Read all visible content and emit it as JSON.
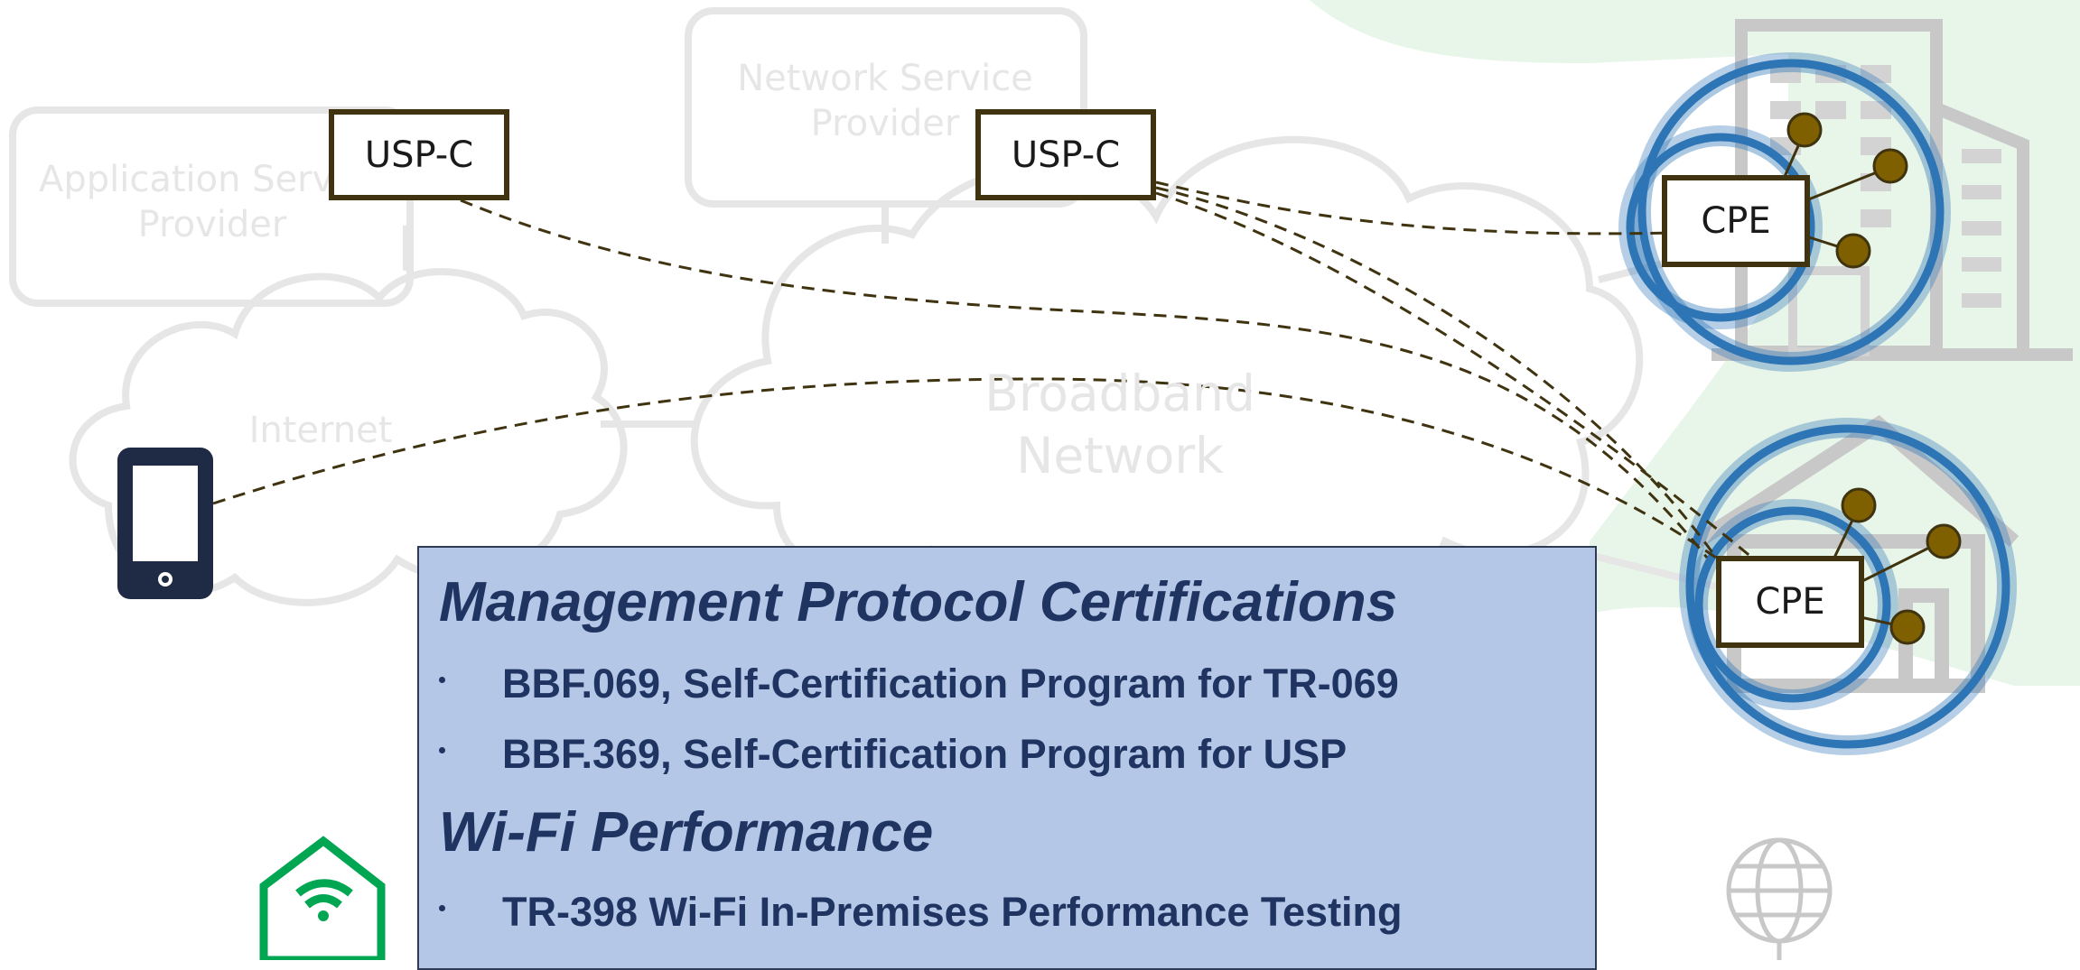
{
  "background_labels": {
    "application_service_provider": "Application Service Provider",
    "network_service_provider": "Network Service Provider",
    "internet": "Internet",
    "broadband_network": "Broadband Network"
  },
  "nodes": {
    "usp_controller_left": "USP-C",
    "usp_controller_right": "USP-C",
    "cpe_building": "CPE",
    "cpe_home": "CPE"
  },
  "panel": {
    "heading_1": "Management Protocol Certifications",
    "bullets_1": [
      "BBF.069, Self-Certification Program for TR-069",
      "BBF.369, Self-Certification Program for USP"
    ],
    "heading_2": "Wi-Fi Performance",
    "bullets_2": [
      "TR-398 Wi-Fi In-Premises Performance Testing"
    ]
  },
  "icons": {
    "phone": "smartphone-icon",
    "wifi_home": "wifi-home-icon",
    "globe": "globe-icon",
    "building": "office-building-icon",
    "house": "house-icon"
  },
  "colors": {
    "panel_fill": "#b4c7e7",
    "panel_text": "#1f3461",
    "node_border": "#3f3310",
    "device_dot": "#7f6000",
    "wifi_ring": "#2e75b6",
    "wifi_home": "#00a651",
    "background_shapes": "#e6e6e6",
    "accent_green": "#e8f5e9"
  }
}
